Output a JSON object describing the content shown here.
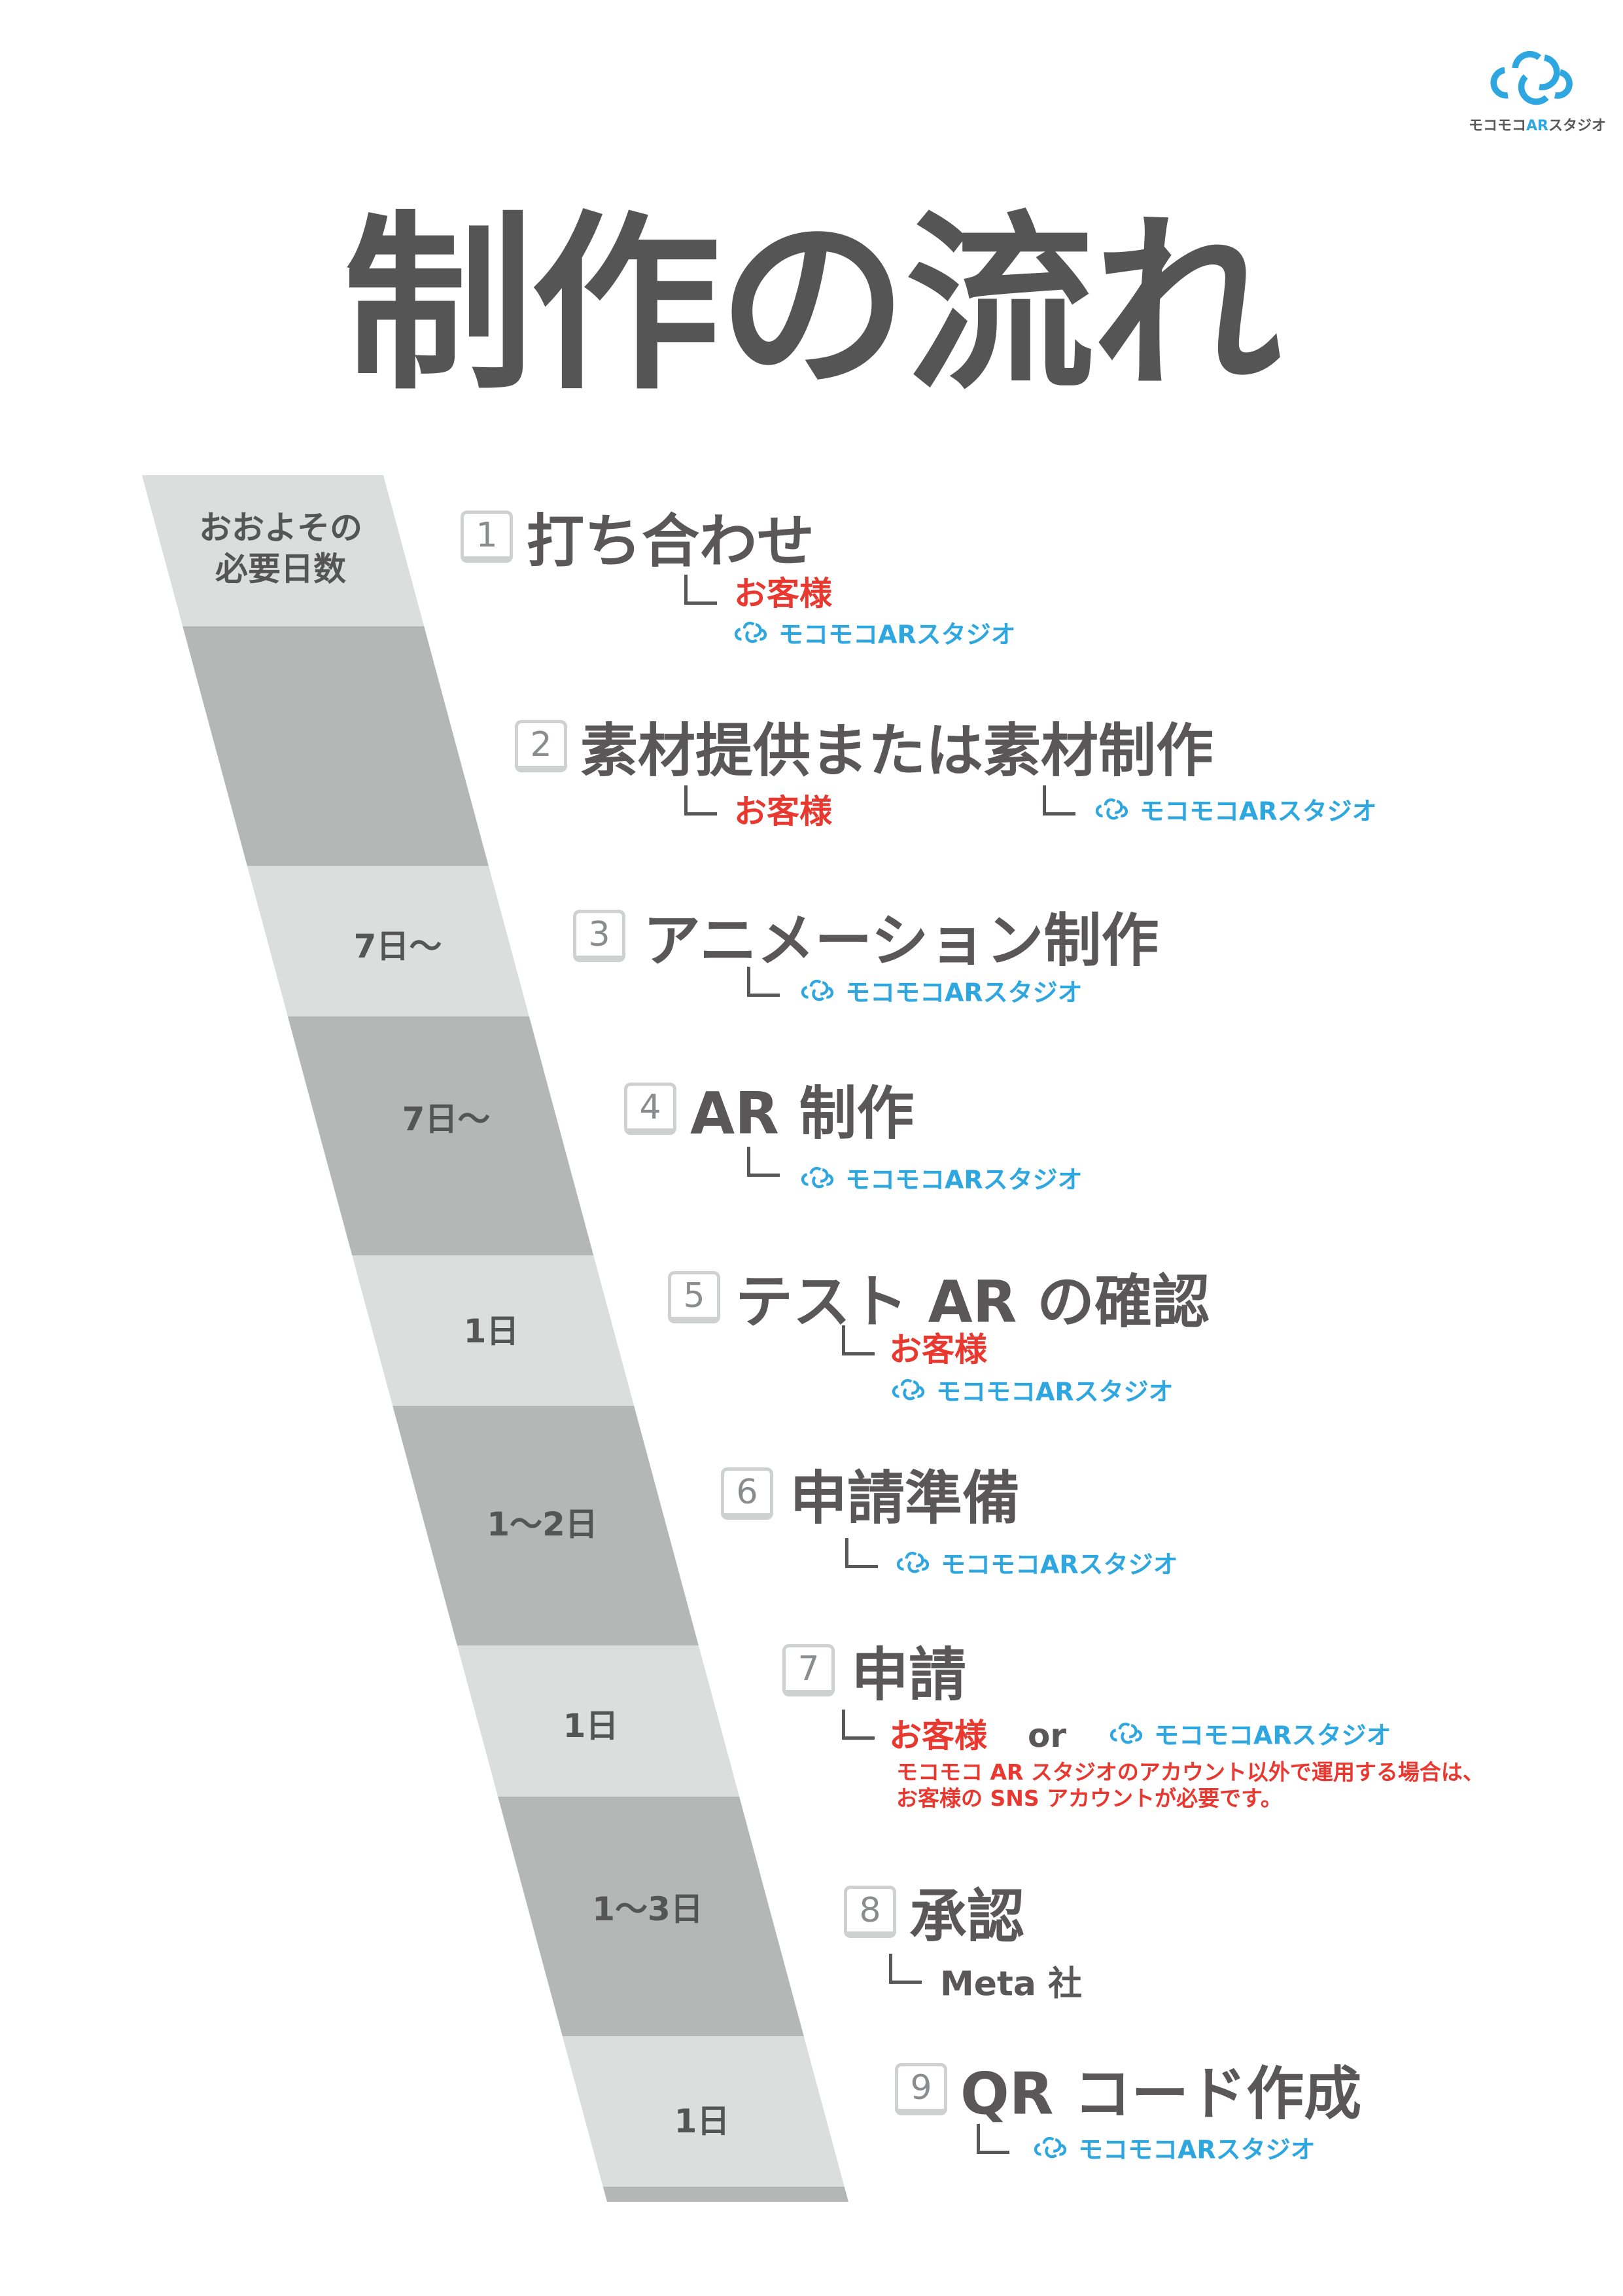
{
  "title": "制作の流れ",
  "brand": {
    "name": "モコモコARスタジオ",
    "name_prefix": "モコモコ",
    "name_ar": "AR",
    "name_suffix": "スタジオ",
    "color": "#2ea7e0"
  },
  "colors": {
    "client_red": "#e8382f",
    "stripe_light": "#dcdddd",
    "stripe_dark": "#b5b6b6",
    "text": "#595757"
  },
  "timeline": {
    "header": [
      "おおよその",
      "必要日数"
    ],
    "durations": [
      "7日〜",
      "7日〜",
      "1日",
      "1〜2日",
      "1日",
      "1〜3日",
      "1日"
    ]
  },
  "steps": [
    {
      "num": "1",
      "title": "打ち合わせ",
      "client": "お客様",
      "studio": "モコモコARスタジオ"
    },
    {
      "num": "2",
      "title": "素材提供または素材制作",
      "client": "お客様",
      "studio": "モコモコARスタジオ"
    },
    {
      "num": "3",
      "title": "アニメーション制作",
      "studio": "モコモコARスタジオ"
    },
    {
      "num": "4",
      "title": "AR 制作",
      "studio": "モコモコARスタジオ"
    },
    {
      "num": "5",
      "title": "テスト AR の確認",
      "client": "お客様",
      "studio": "モコモコARスタジオ"
    },
    {
      "num": "6",
      "title": "申請準備",
      "studio": "モコモコARスタジオ"
    },
    {
      "num": "7",
      "title": "申請",
      "client": "お客様",
      "or": "or",
      "studio": "モコモコARスタジオ",
      "note": [
        "モコモコ AR スタジオのアカウント以外で運用する場合は、",
        "お客様の SNS アカウントが必要です。"
      ]
    },
    {
      "num": "8",
      "title": "承認",
      "approver": "Meta 社"
    },
    {
      "num": "9",
      "title": "QR コード作成",
      "studio": "モコモコARスタジオ"
    }
  ]
}
